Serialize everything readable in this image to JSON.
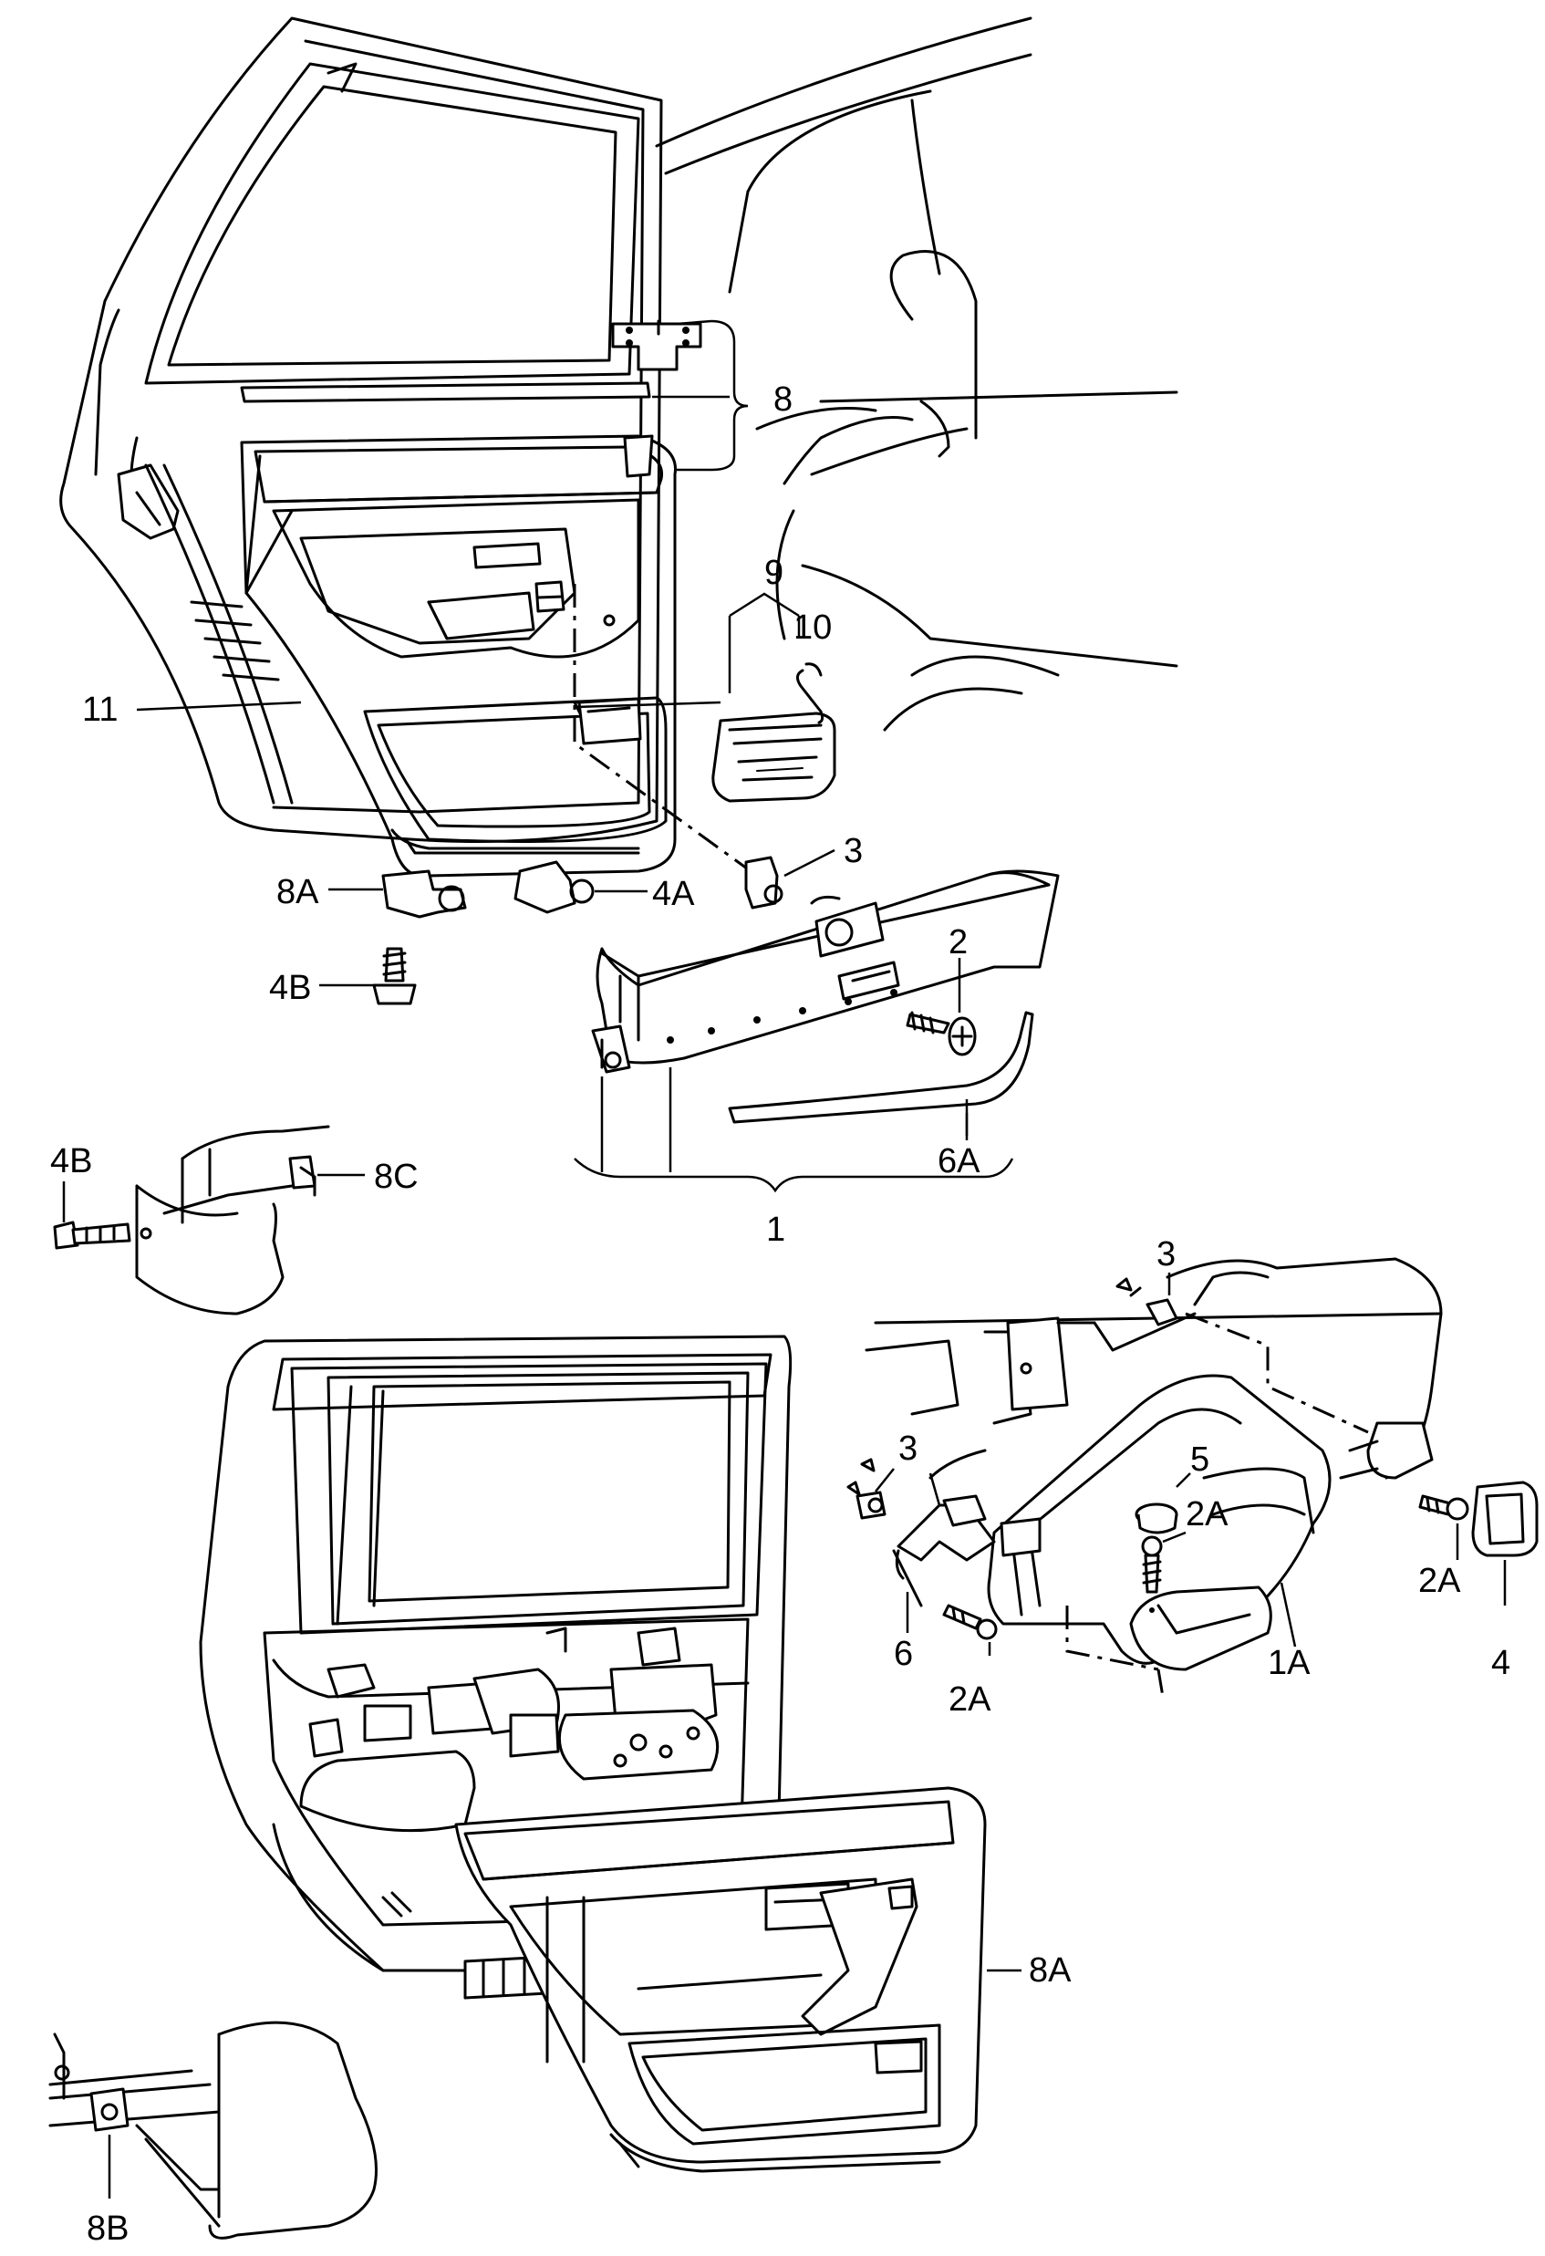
{
  "callouts": {
    "c1": "1",
    "c2": "2",
    "c2a_1": "2A",
    "c2a_2": "2A",
    "c2a_3": "2A",
    "c3_top": "3",
    "c3_mid": "3",
    "c3_low": "3",
    "c4": "4",
    "c4a": "4A",
    "c4b_1": "4B",
    "c4b_2": "4B",
    "c5": "5",
    "c6": "6",
    "c6a": "6A",
    "c8": "8",
    "c8a_1": "8A",
    "c8a_2": "8A",
    "c8b": "8B",
    "c8c": "8C",
    "c9": "9",
    "c10": "10",
    "c11": "11",
    "c1a": "1A"
  }
}
